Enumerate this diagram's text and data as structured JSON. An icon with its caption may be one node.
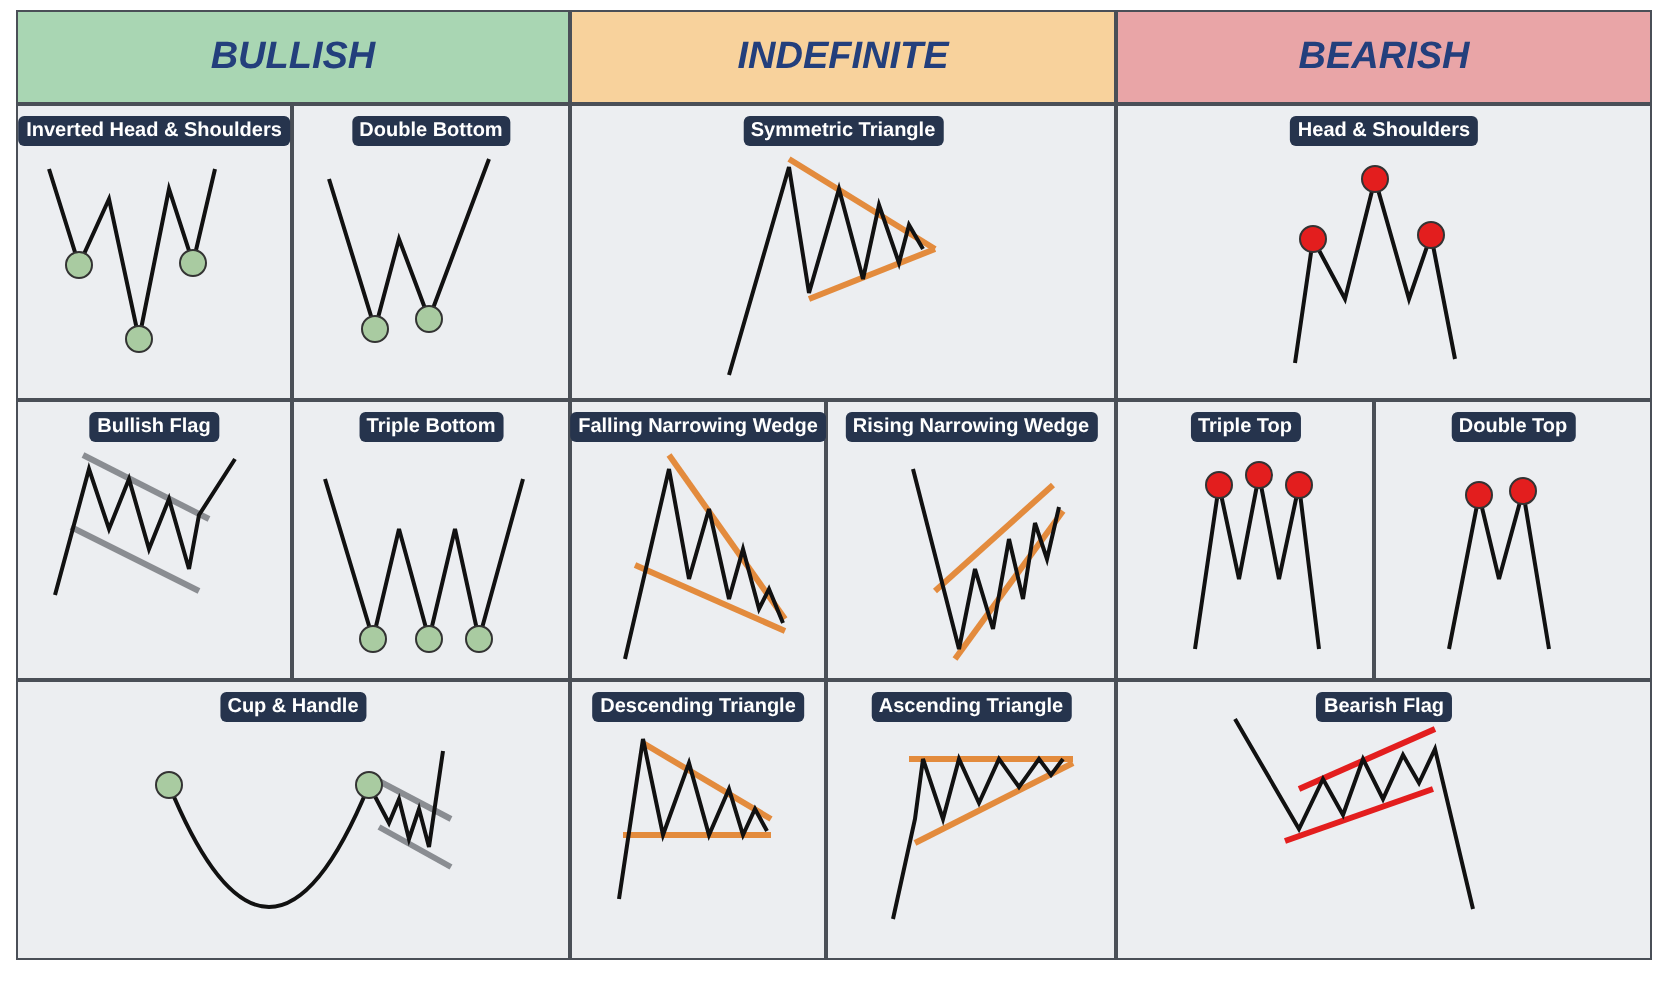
{
  "diagram": {
    "nodes": [
      {
        "text": [
          "BULLISH"
        ]
      },
      {
        "text": [
          "INDEFINITE"
        ]
      },
      {
        "text": [
          "BEARISH"
        ]
      },
      {
        "text": [
          "Inverted Head & Shoulders"
        ]
      },
      {
        "text": [
          "Double Bottom"
        ]
      },
      {
        "text": [
          "Symmetric Triangle"
        ]
      },
      {
        "text": [
          "Head & Shoulders"
        ]
      },
      {
        "text": [
          "Bullish Flag"
        ]
      },
      {
        "text": [
          "Triple Bottom"
        ]
      },
      {
        "text": [
          "Falling Narrowing Wedge"
        ]
      },
      {
        "text": [
          "Rising Narrowing Wedge"
        ]
      },
      {
        "text": [
          "Triple Top"
        ]
      },
      {
        "text": [
          "Double Top"
        ]
      },
      {
        "text": [
          "Cup & Handle"
        ]
      },
      {
        "text": [
          "Descending Triangle"
        ]
      },
      {
        "text": [
          "Ascending Triangle"
        ]
      },
      {
        "text": [
          "Bearish Flag"
        ]
      }
    ]
  }
}
